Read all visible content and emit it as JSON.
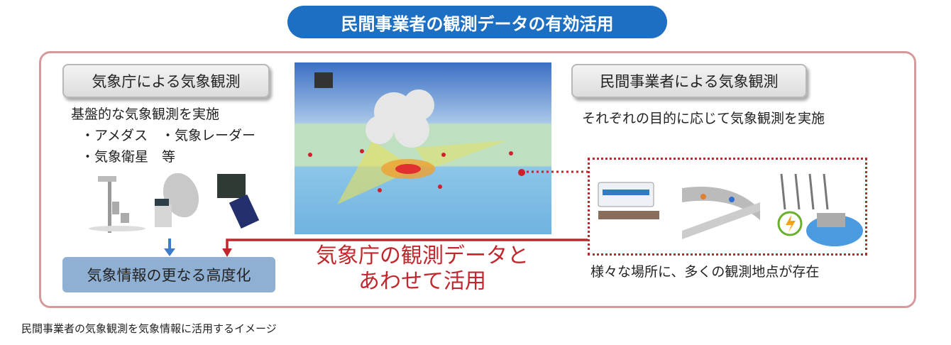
{
  "title": "民間事業者の観測データの有効活用",
  "left": {
    "label": "気象庁による気象観測",
    "desc": "基盤的な気象観測を実施",
    "items1": "・アメダス　・気象レーダー",
    "items2": "・気象衛星　等",
    "result": "気象情報の更なる高度化"
  },
  "right": {
    "label": "民間事業者による気象観測",
    "desc": "それぞれの目的に応じて気象観測を実施",
    "footer": "様々な場所に、多くの観測地点が存在"
  },
  "combine": {
    "line1": "気象庁の観測データと",
    "line2": "あわせて活用"
  },
  "caption": "民間事業者の気象観測を気象情報に活用するイメージ",
  "colors": {
    "title_bg": "#1c6fc2",
    "frame": "#d69a9d",
    "accent_red": "#c0282d",
    "result_bg": "#8fb0d3",
    "blue_arrow": "#3d7cc9"
  }
}
